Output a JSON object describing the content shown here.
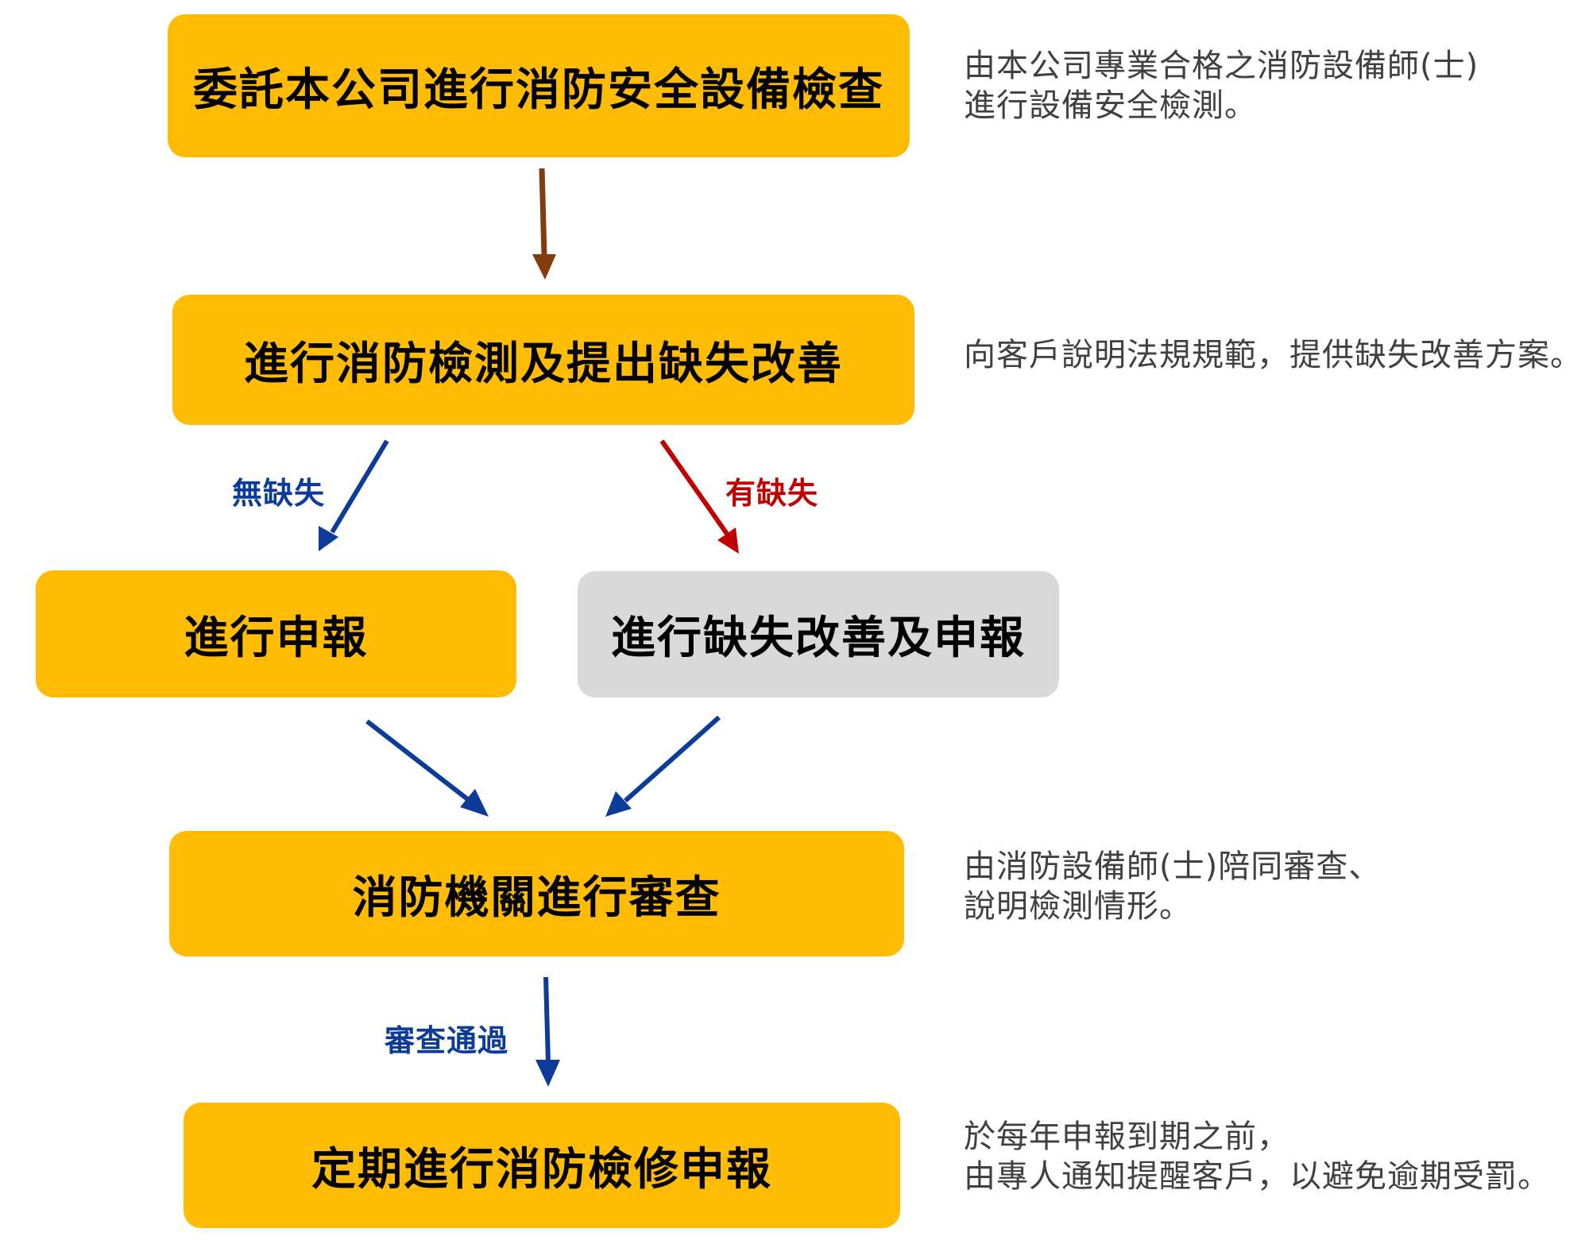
{
  "colors": {
    "box_primary": "#FFBC03",
    "box_secondary": "#D9D9D9",
    "arrow_start": "#843C0C",
    "arrow_blue": "#0D3B9A",
    "arrow_red": "#C00000",
    "note_text": "#404040"
  },
  "steps": [
    {
      "id": "entrust",
      "label": "委託本公司進行消防安全設備檢查",
      "note": [
        "由本公司專業合格之消防設備師(士)",
        "進行設備安全檢測。"
      ]
    },
    {
      "id": "inspect",
      "label": "進行消防檢測及提出缺失改善",
      "note": [
        "向客戶說明法規規範，提供缺失改善方案。"
      ]
    },
    {
      "id": "report",
      "label": "進行申報"
    },
    {
      "id": "fix-report",
      "label": "進行缺失改善及申報"
    },
    {
      "id": "review",
      "label": "消防機關進行審查",
      "note": [
        "由消防設備師(士)陪同審查、",
        "說明檢測情形。"
      ]
    },
    {
      "id": "periodic",
      "label": "定期進行消防檢修申報",
      "note": [
        "於每年申報到期之前，",
        "由專人通知提醒客戶，以避免逾期受罰。"
      ]
    }
  ],
  "edges": [
    {
      "from": "entrust",
      "to": "inspect",
      "label": "",
      "icon": "arrow-down-icon"
    },
    {
      "from": "inspect",
      "to": "report",
      "label": "無缺失",
      "icon": "arrow-down-left-icon"
    },
    {
      "from": "inspect",
      "to": "fix-report",
      "label": "有缺失",
      "icon": "arrow-down-right-icon"
    },
    {
      "from": "report",
      "to": "review",
      "label": "",
      "icon": "arrow-down-right-icon"
    },
    {
      "from": "fix-report",
      "to": "review",
      "label": "",
      "icon": "arrow-down-left-icon"
    },
    {
      "from": "review",
      "to": "periodic",
      "label": "審查通過",
      "icon": "arrow-down-icon"
    }
  ]
}
